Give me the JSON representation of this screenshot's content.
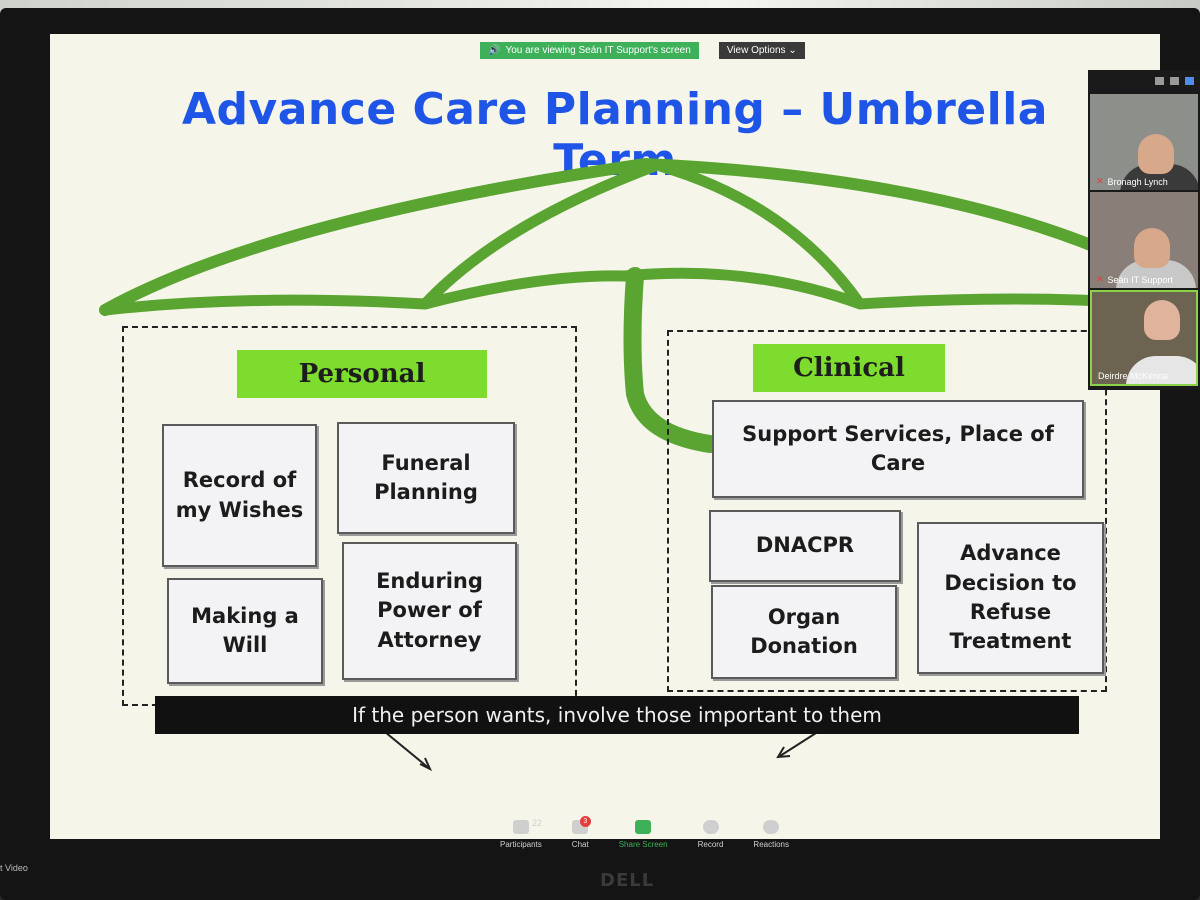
{
  "share_banner": {
    "text": "You are viewing Seán IT Support's screen",
    "view_options": "View Options ⌄"
  },
  "slide": {
    "title": "Advance Care Planning – Umbrella Term",
    "personal": {
      "label": "Personal",
      "items": [
        "Record of my Wishes",
        "Funeral Planning",
        "Making a Will",
        "Enduring Power of Attorney"
      ]
    },
    "clinical": {
      "label": "Clinical",
      "items": [
        "Support Services, Place of Care",
        "DNACPR",
        "Advance Decision to Refuse Treatment",
        "Organ Donation"
      ]
    },
    "footer_note": "If the person wants, involve those important to them",
    "colors": {
      "title": "#1f55e6",
      "tag": "#7ddc2d",
      "umbrella": "#5aa531"
    }
  },
  "participants": [
    {
      "name": "Bronagh Lynch",
      "muted": true
    },
    {
      "name": "Seán IT Support",
      "muted": true
    },
    {
      "name": "Deirdre McKenna",
      "muted": false
    }
  ],
  "toolbar": {
    "participants_label": "Participants",
    "participants_count": "22",
    "chat_label": "Chat",
    "chat_badge": "3",
    "share_label": "Share Screen",
    "record_label": "Record",
    "reactions_label": "Reactions",
    "stop_video_label": "t Video"
  },
  "monitor_brand": "DELL"
}
